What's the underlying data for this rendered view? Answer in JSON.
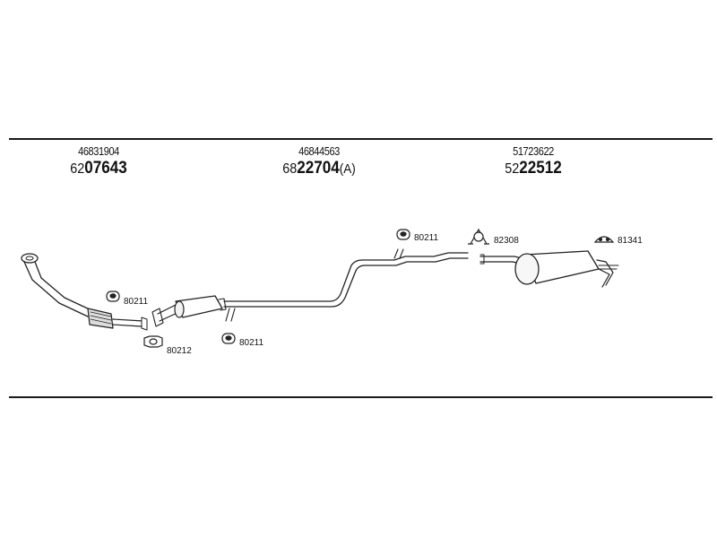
{
  "parts": [
    {
      "oe": "46831904",
      "prefix": "62",
      "number": "07643",
      "suffix": ""
    },
    {
      "oe": "46844563",
      "prefix": "68",
      "number": "22704",
      "suffix": "(A)"
    },
    {
      "oe": "51723622",
      "prefix": "52",
      "number": "22512",
      "suffix": ""
    }
  ],
  "callouts": {
    "c1": "80211",
    "c2": "80212",
    "c3": "80211",
    "c4": "80211",
    "c5": "82308",
    "c6": "81341"
  }
}
